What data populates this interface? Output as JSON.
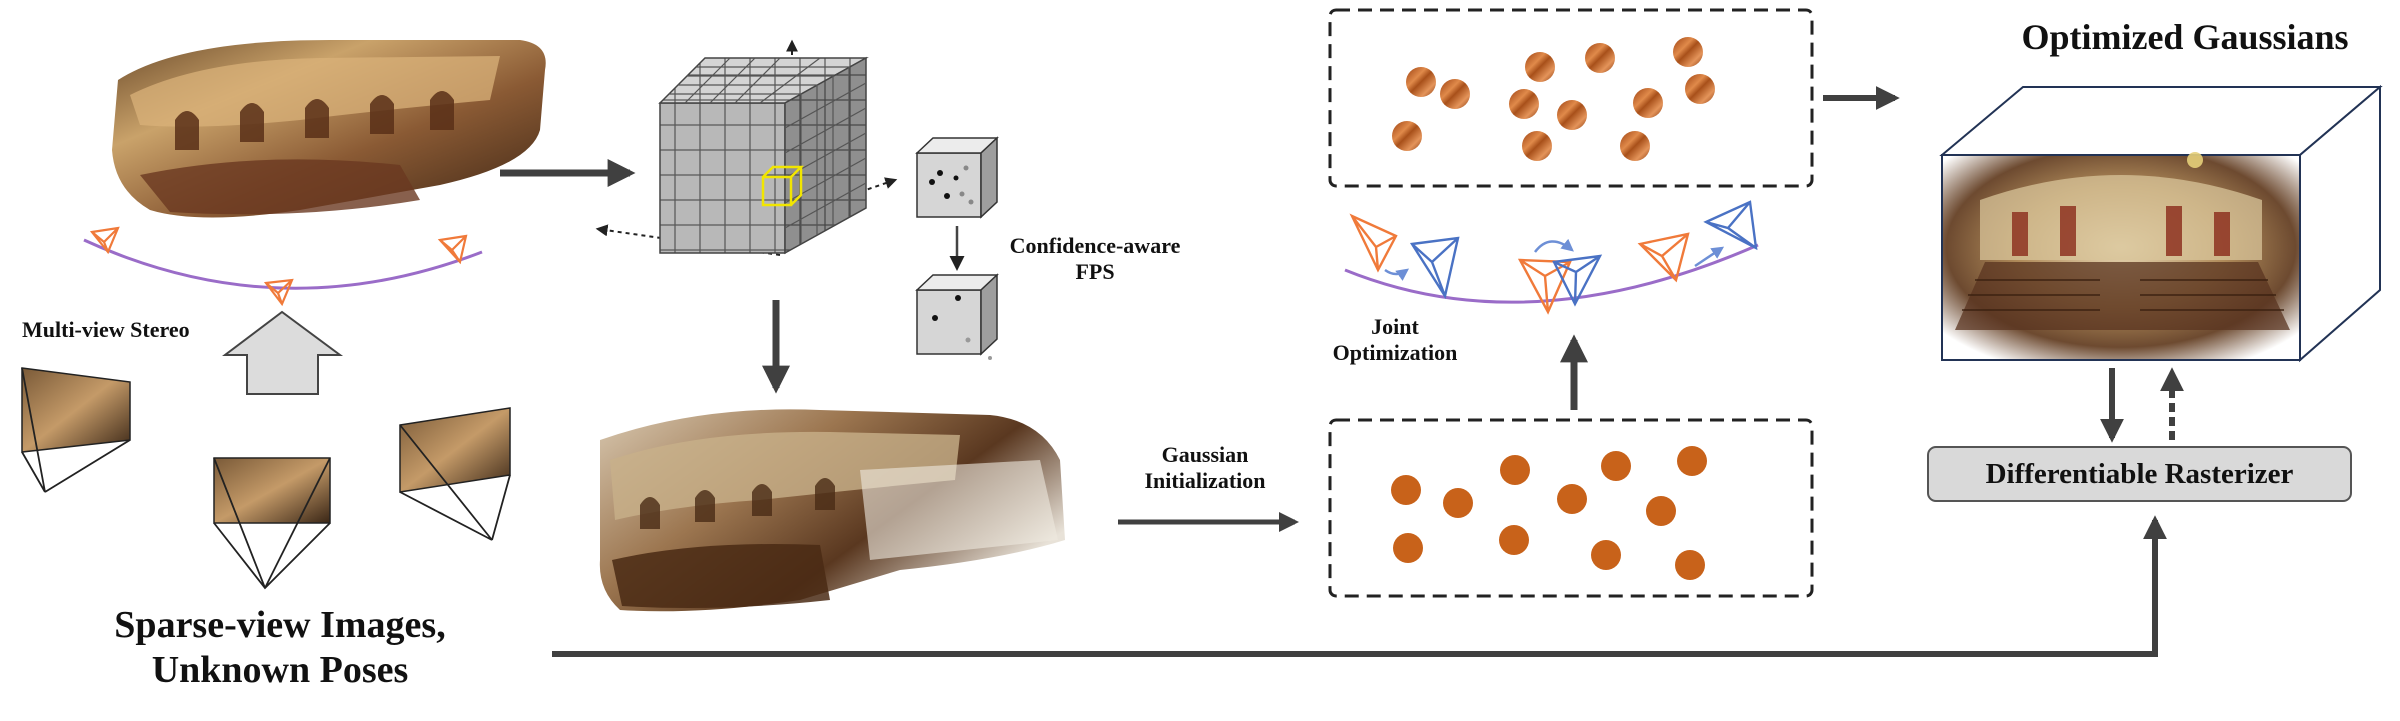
{
  "labels": {
    "mvs": "Multi-view Stereo",
    "sparse_line1": "Sparse-view Images,",
    "sparse_line2": "Unknown Poses",
    "fps_line1": "Confidence-aware",
    "fps_line2": "FPS",
    "gauss_init_line1": "Gaussian",
    "gauss_init_line2": "Initialization",
    "joint_line1": "Joint",
    "joint_line2": "Optimization",
    "optimized": "Optimized Gaussians",
    "rasterizer": "Differentiable Rasterizer"
  },
  "colors": {
    "arrow": "#404040",
    "gaussian_orange": "#c8621a",
    "camera_orange": "#f07a3a",
    "camera_blue": "#4a72c4",
    "arc_purple": "#9a6cc8",
    "highlight_yellow": "#f2e600",
    "rasterizer_fill": "#d9d9d9"
  },
  "icons": [
    "camera-frustum-icon",
    "voxel-cube-icon",
    "point-cloud-image",
    "scene-render-image"
  ]
}
